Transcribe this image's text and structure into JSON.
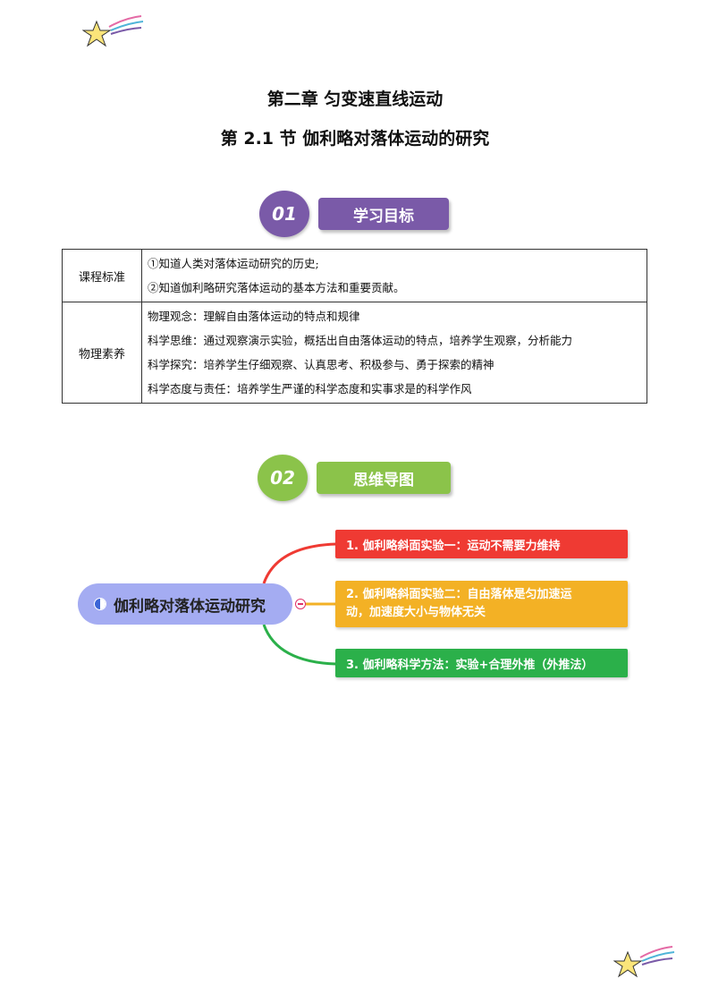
{
  "header": {
    "chapter": "第二章  匀变速直线运动",
    "section": "第 2.1 节  伽利略对落体运动的研究"
  },
  "sections": [
    {
      "number": "01",
      "title": "学习目标"
    },
    {
      "number": "02",
      "title": "思维导图"
    }
  ],
  "goals_table": {
    "rows": [
      {
        "heading": "课程标准",
        "lines": [
          "①知道人类对落体运动研究的历史;",
          "②知道伽利略研究落体运动的基本方法和重要贡献。"
        ]
      },
      {
        "heading": "物理素养",
        "lines": [
          "物理观念：理解自由落体运动的特点和规律",
          "科学思维：通过观察演示实验，概括出自由落体运动的特点，培养学生观察，分析能力",
          "科学探究：培养学生仔细观察、认真思考、积极参与、勇于探索的精神",
          "科学态度与责任：培养学生严谨的科学态度和实事求是的科学作风"
        ]
      }
    ]
  },
  "mindmap": {
    "root": "伽利略对落体运动研究",
    "branches": [
      {
        "text": "1. 伽利略斜面实验一：运动不需要力维持",
        "color": "#ef3a33"
      },
      {
        "text_line1": "2. 伽利略斜面实验二：自由落体是匀加速运",
        "text_line2": "动，加速度大小与物体无关",
        "color": "#f3b125"
      },
      {
        "text": "3. 伽利略科学方法：实验+合理外推（外推法）",
        "color": "#2bb04a"
      }
    ]
  },
  "colors": {
    "section1": "#7a5aa8",
    "section2": "#8bc34a",
    "root_fill": "#a4acf2"
  }
}
